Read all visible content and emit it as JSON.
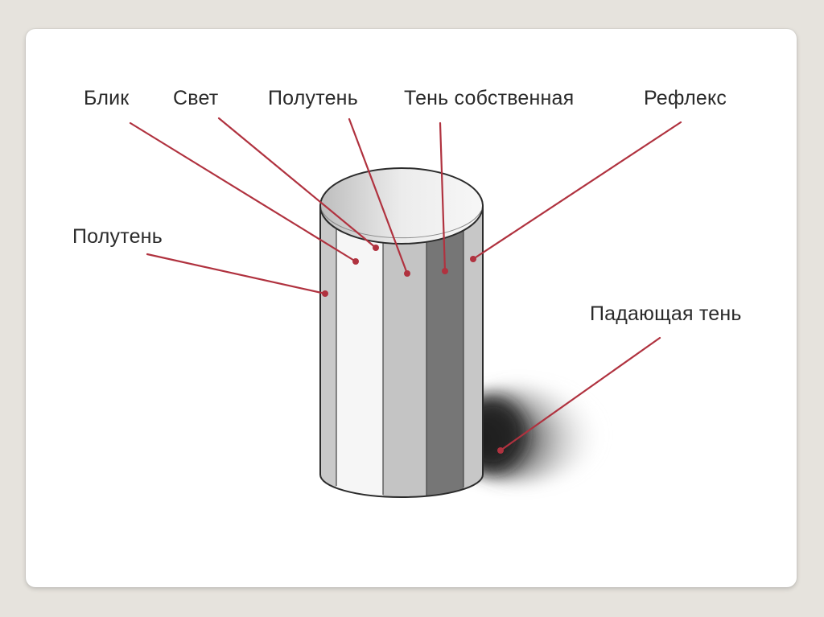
{
  "labels": {
    "blik": "Блик",
    "svet": "Свет",
    "poluten_top": "Полутень",
    "ten_sobstvennaya": "Тень собственная",
    "refleks": "Рефлекс",
    "poluten_left": "Полутень",
    "padayushchaya_ten": "Падающая тень"
  },
  "colors": {
    "pointer_line": "#b0323f",
    "background": "#e6e3dd",
    "slide": "#ffffff"
  }
}
